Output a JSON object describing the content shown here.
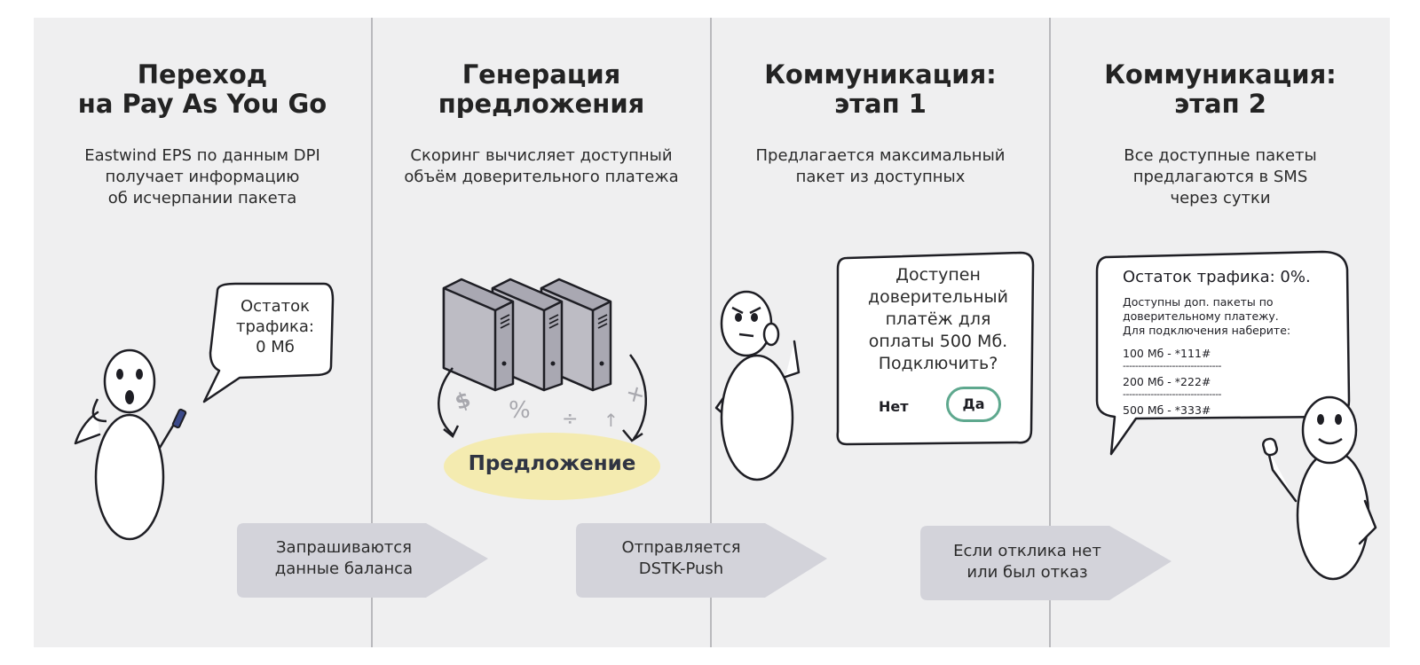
{
  "stages": [
    {
      "title": "Переход\nна Pay As You Go",
      "desc": "Eastwind EPS по данным DPI\nполучает информацию\nоб исчерпании пакета"
    },
    {
      "title": "Генерация\nпредложения",
      "desc": "Скоринг вычисляет доступный\nобъём доверительного платежа"
    },
    {
      "title": "Коммуникация:\nэтап 1",
      "desc": "Предлагается максимальный\nпакет из доступных"
    },
    {
      "title": "Коммуникация:\nэтап 2",
      "desc": "Все доступные пакеты\nпредлагаются в SMS\nчерез сутки"
    }
  ],
  "bubble_traffic": "Остаток\nтрафика:\n0 Мб",
  "offer_label": "Предложение",
  "symbols": {
    "dollar": "$",
    "percent": "%",
    "divide": "÷",
    "up": "↑",
    "plus": "+"
  },
  "push": {
    "text": "Доступен\nдоверительный\nплатёж для\nоплаты 500 Мб.\nПодключить?",
    "no": "Нет",
    "yes": "Да"
  },
  "sms": {
    "title": "Остаток трафика: 0%.",
    "body": "Доступны доп. пакеты по\nдоверительному платежу.\nДля подключения наберите:",
    "packages": [
      "100 Мб - *111#",
      "200 Мб - *222#",
      "500 Мб - *333#"
    ],
    "separator": "--------------------------------"
  },
  "arrows": [
    "Запрашиваются\nданные баланса",
    "Отправляется\nDSTK-Push",
    "Если отклика нет\nили был отказ"
  ],
  "colors": {
    "panel": "#efeff0",
    "arrow": "#d3d3da",
    "offer_blob": "#f4ebb0",
    "yes_ring": "#5ea88e",
    "server": "#bdbcc4"
  }
}
